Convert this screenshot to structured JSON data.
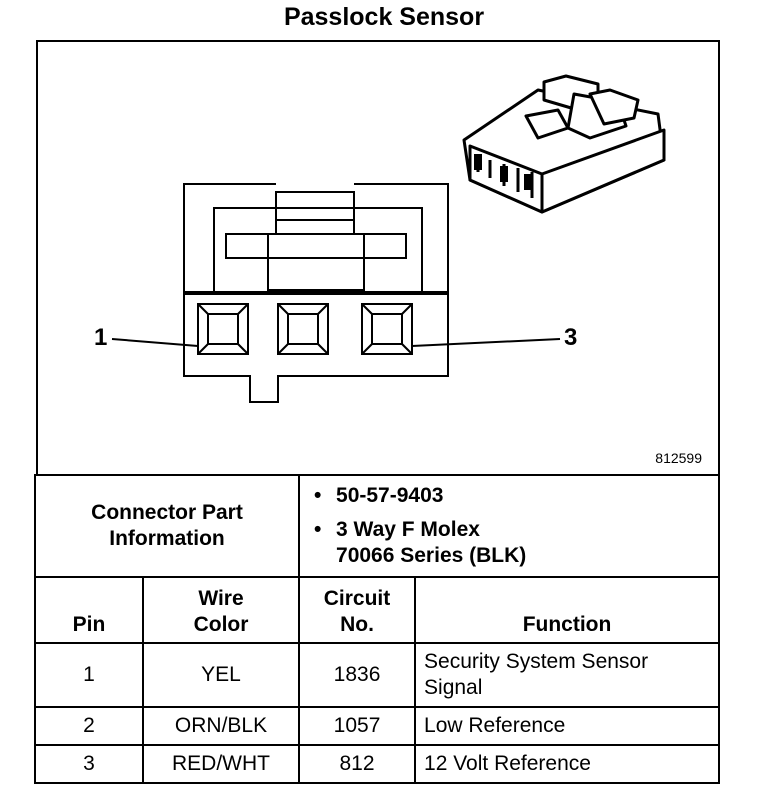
{
  "title": "Passlock Sensor",
  "figure_number": "812599",
  "pin_labels": {
    "left": "1",
    "right": "3"
  },
  "connector": {
    "label": "Connector Part Information",
    "items": [
      "50-57-9403",
      "3 Way F Molex 70066 Series (BLK)"
    ]
  },
  "table": {
    "headers": {
      "pin": "Pin",
      "wire_color": "Wire Color",
      "circuit": "Circuit No.",
      "function": "Function"
    },
    "rows": [
      {
        "pin": "1",
        "wire_color": "YEL",
        "circuit": "1836",
        "function": "Security System Sensor Signal"
      },
      {
        "pin": "2",
        "wire_color": "ORN/BLK",
        "circuit": "1057",
        "function": "Low Reference"
      },
      {
        "pin": "3",
        "wire_color": "RED/WHT",
        "circuit": "812",
        "function": "12 Volt Reference"
      }
    ]
  }
}
